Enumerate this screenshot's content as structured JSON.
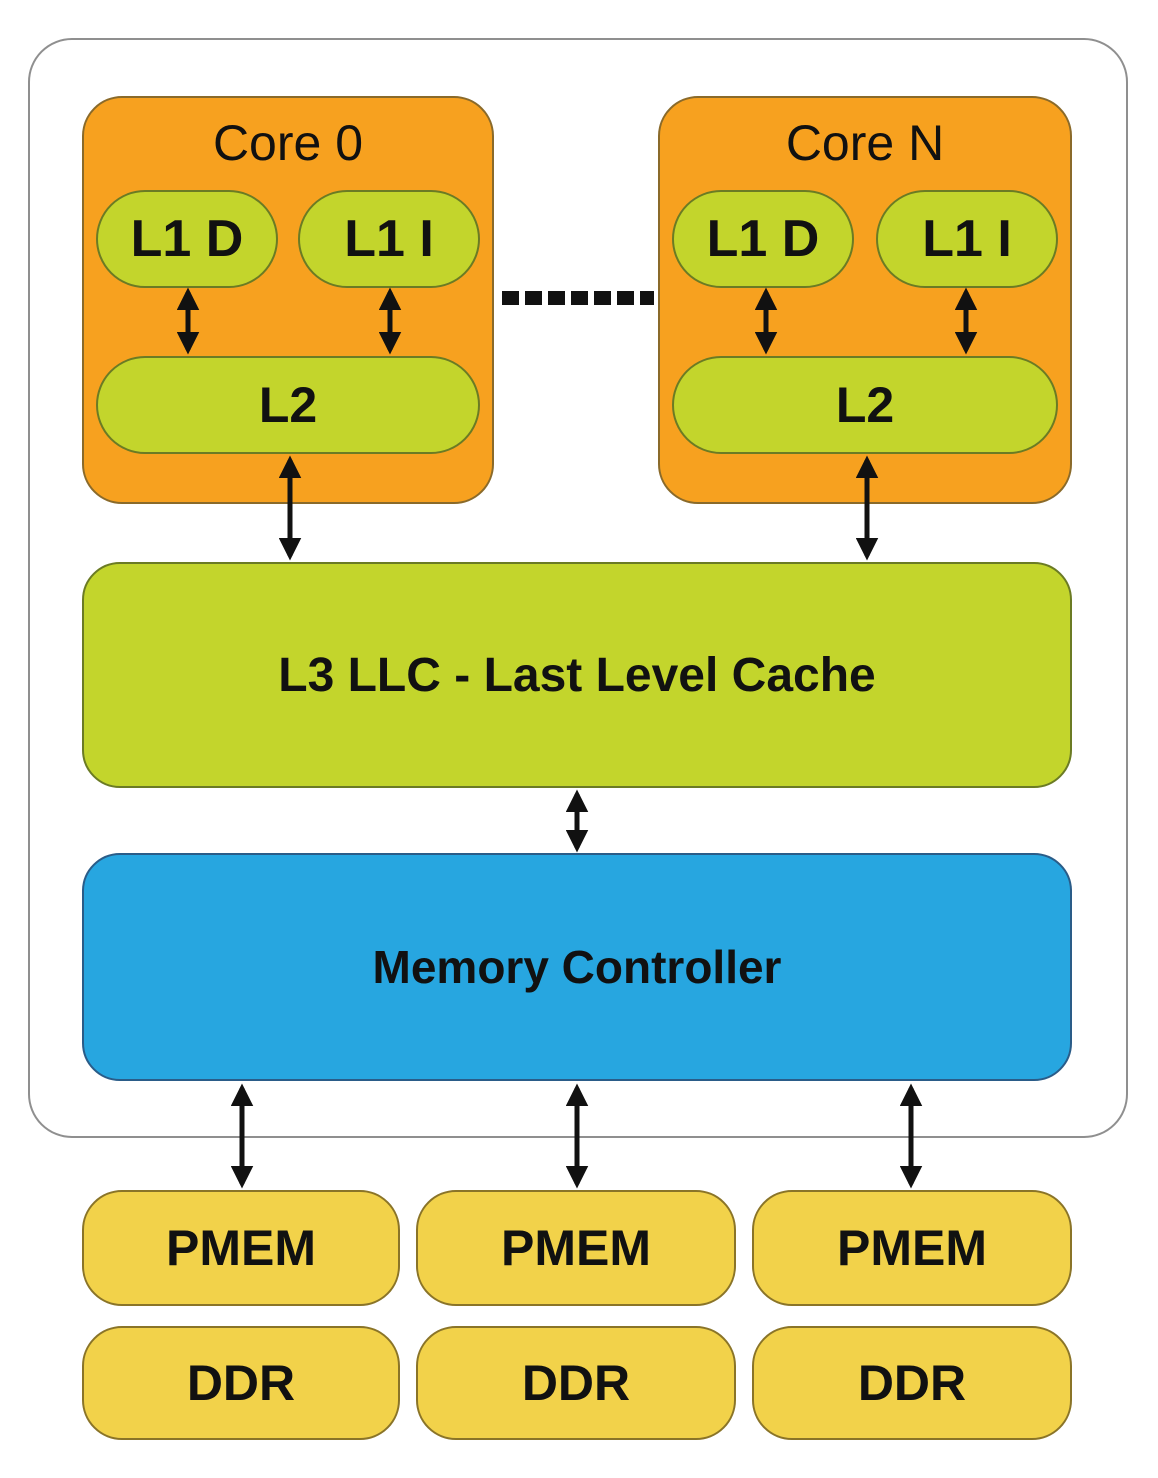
{
  "cores": [
    {
      "title": "Core 0",
      "l1d": "L1 D",
      "l1i": "L1 I",
      "l2": "L2"
    },
    {
      "title": "Core N",
      "l1d": "L1 D",
      "l1i": "L1 I",
      "l2": "L2"
    }
  ],
  "llc": "L3 LLC - Last Level Cache",
  "memory_controller": "Memory Controller",
  "channels": [
    {
      "pmem": "PMEM",
      "ddr": "DDR"
    },
    {
      "pmem": "PMEM",
      "ddr": "DDR"
    },
    {
      "pmem": "PMEM",
      "ddr": "DDR"
    }
  ],
  "colors": {
    "core": "#f7a11f",
    "cache": "#c3d52c",
    "memory_controller": "#27a6e0",
    "memory": "#f2d24a"
  }
}
